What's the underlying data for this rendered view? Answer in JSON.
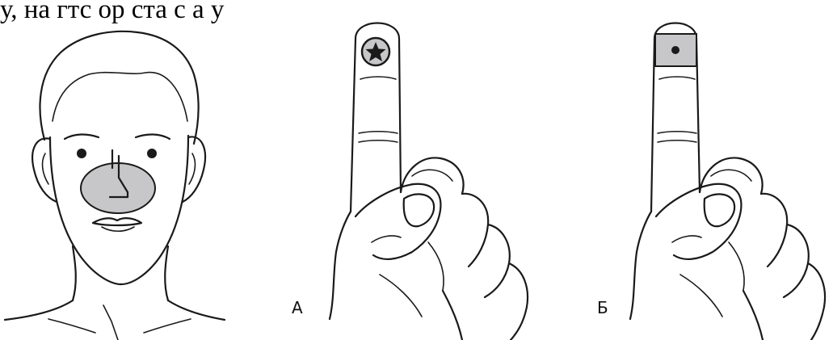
{
  "text": {
    "header_line": "у, на гтс ор ста с а у"
  },
  "panels": {
    "a_label": "A",
    "b_label": "Б"
  },
  "colors": {
    "ink": "#1a1a1a",
    "shade": "#c7c7c9"
  },
  "icons": {
    "star": "star-icon",
    "dot": "dot-icon"
  }
}
